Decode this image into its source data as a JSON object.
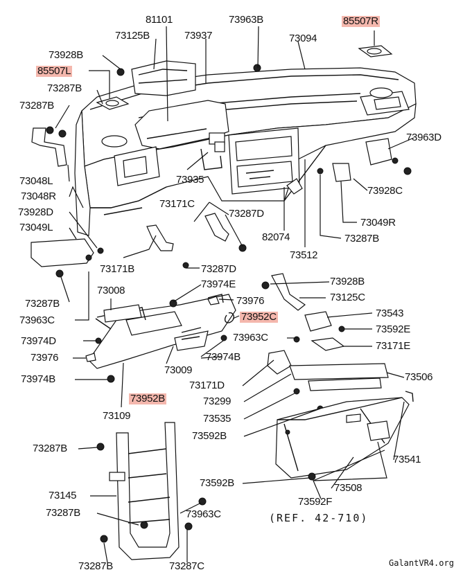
{
  "diagram": {
    "part_labels": {
      "p81101": "81101",
      "p73963B": "73963B",
      "p85507R": "85507R",
      "p73125B": "73125B",
      "p73937": "73937",
      "p73094": "73094",
      "p73928B_top": "73928B",
      "p85507L": "85507L",
      "p73287B_a": "73287B",
      "p73287B_b": "73287B",
      "p73963D": "73963D",
      "p73048L": "73048L",
      "p73048R": "73048R",
      "p73935": "73935",
      "p73928C": "73928C",
      "p73928D": "73928D",
      "p73171C": "73171C",
      "p73287D_a": "73287D",
      "p73049L": "73049L",
      "p73049R": "73049R",
      "p82074": "82074",
      "p73287B_c": "73287B",
      "p73171B": "73171B",
      "p73287D_b": "73287D",
      "p73512": "73512",
      "p73008": "73008",
      "p73974E": "73974E",
      "p73928B_mid": "73928B",
      "p73287B_d": "73287B",
      "p73976_a": "73976",
      "p73125C": "73125C",
      "p73963C_a": "73963C",
      "p73952C": "73952C",
      "p73543": "73543",
      "p73592E": "73592E",
      "p73974D": "73974D",
      "p73963C_b": "73963C",
      "p73171E": "73171E",
      "p73976_b": "73976",
      "p73974B_a": "73974B",
      "p73009": "73009",
      "p73974B_b": "73974B",
      "p73171D": "73171D",
      "p73506": "73506",
      "p73952B": "73952B",
      "p73299": "73299",
      "p73109": "73109",
      "p73535": "73535",
      "p73592B_a": "73592B",
      "p73287B_e": "73287B",
      "p73541": "73541",
      "p73508": "73508",
      "p73592B_b": "73592B",
      "p73145": "73145",
      "p73287B_f": "73287B",
      "p73963C_c": "73963C",
      "p73592F": "73592F",
      "p73287B_g": "73287B",
      "p73287C": "73287C"
    },
    "reference_note": "(REF. 42-710)",
    "watermark": "GalantVR4.org",
    "highlight_color": "#f4b7ad"
  }
}
